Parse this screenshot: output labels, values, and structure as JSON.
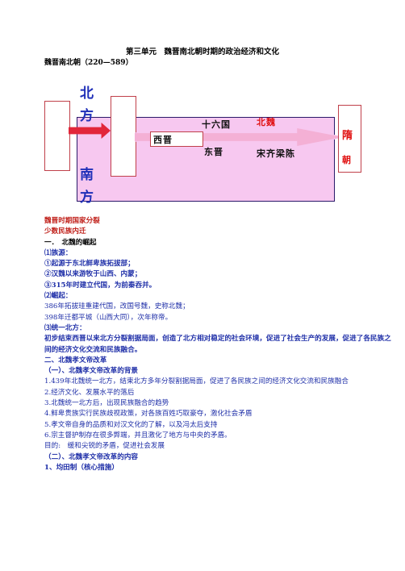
{
  "title": "第三单元　魏晋南北朝时期的政治经济和文化",
  "subtitle": "魏晋南北朝（220—589）",
  "diagram": {
    "north_1": "北",
    "north_2": "方",
    "south_1": "南",
    "south_2": "方",
    "xijin": "西晋",
    "shiliuguo": "十六国",
    "beiwei": "北魏",
    "dongjin": "东晋",
    "songqiliangchen": "宋齐梁陈",
    "sui_1": "隋",
    "sui_2": "朝"
  },
  "lines": [
    "魏晋时期国家分裂",
    "少数民族内迁",
    "一．　北魏的崛起",
    "⑴族源：",
    "①起源于东北鲜卑族拓拔部；",
    "②汉魏以来游牧于山西、内蒙；",
    "③315年时建立代国，为前秦吞并。",
    "⑵崛起：",
    "386年拓拔珪重建代国，改国号魏，史称北魏；",
    "398年迁都平城（山西大同），次年称帝。",
    "⑶统一北方：",
    "初步结束西晋以来北方分裂割据局面，创造了北方相对稳定的社会环境，促进了社会生产的发展，促进了各民族之间的经济文化交流和民族融合。",
    "二、北魏孝文帝改革",
    "（一）、北魏孝文帝改革的背景",
    "1.439年北魏统一北方，结束北方多年分裂割据局面，促进了各民族之间的经济文化交流和民族融合",
    "2.经济文化、发展水平的落后",
    "3.北魏统一北方后，出现民族融合的趋势",
    "4.鲜卑贵族实行民族歧视政策，对各族百姓巧取豪夺，激化社会矛盾",
    "5.孝文帝自身的品质和对汉文化的了解，以及冯太后支持",
    "6.宗主督护制存在很多弊端，并且激化了地方与中央的矛盾。",
    "目的:　缓和尖锐的矛盾，促进社会发展",
    "（二）、北魏孝文帝改革的内容",
    "1、均田制（核心措施）"
  ]
}
